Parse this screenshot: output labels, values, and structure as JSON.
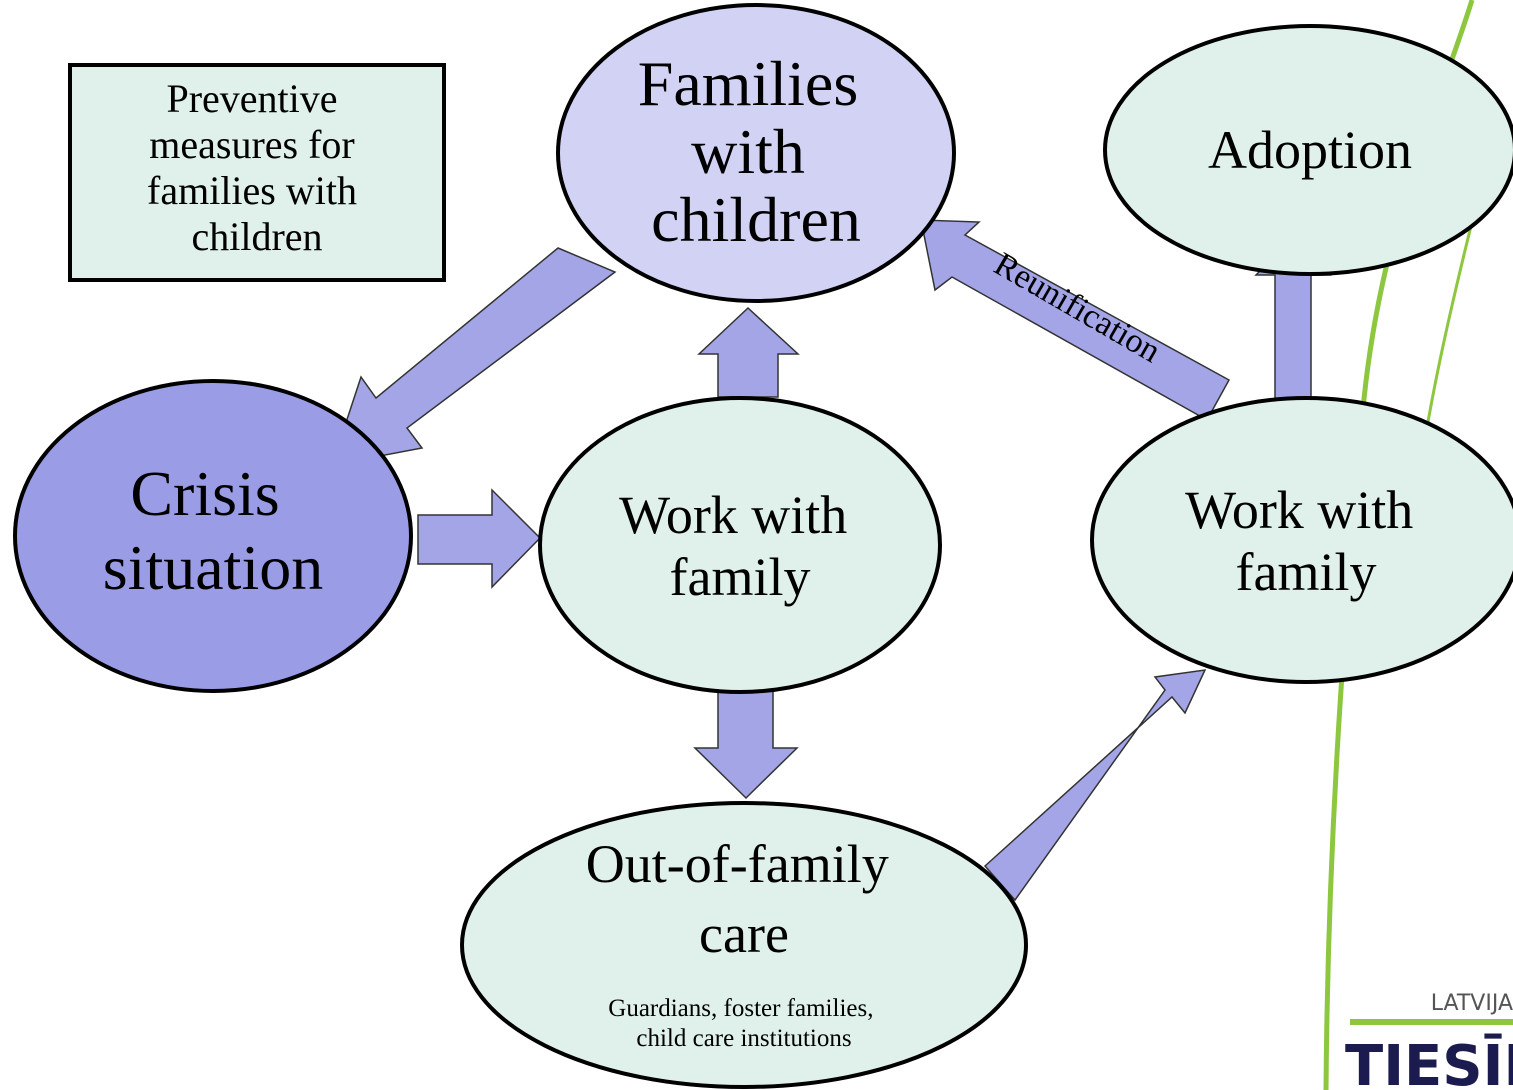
{
  "nodes": {
    "preventive": {
      "lines": [
        "Preventive",
        "measures for",
        "families with",
        "children"
      ]
    },
    "families": {
      "lines": [
        "Families",
        "with",
        "children"
      ]
    },
    "adoption": {
      "lines": [
        "Adoption"
      ]
    },
    "crisis": {
      "lines": [
        "Crisis",
        "situation"
      ]
    },
    "work_left": {
      "lines": [
        "Work with",
        "family"
      ]
    },
    "work_right": {
      "lines": [
        "Work with",
        "family"
      ]
    },
    "out_of_family": {
      "lines": [
        "Out-of-family",
        "care"
      ],
      "sub_lines": [
        "Guardians, foster families,",
        "child care institutions"
      ]
    }
  },
  "edges": {
    "reunification_label": "Reunification"
  },
  "logo": {
    "country": "LATVIJA",
    "name": "TIESĪBS"
  },
  "colors": {
    "light_green_fill": "#dff1ea",
    "lavender_fill": "#d2d3f4",
    "purple_fill": "#9a9de6",
    "arrow_fill": "#a3a5e6",
    "outline": "#000000",
    "accent_line": "#8dc63f",
    "logo_text": "#1b1b4f"
  }
}
